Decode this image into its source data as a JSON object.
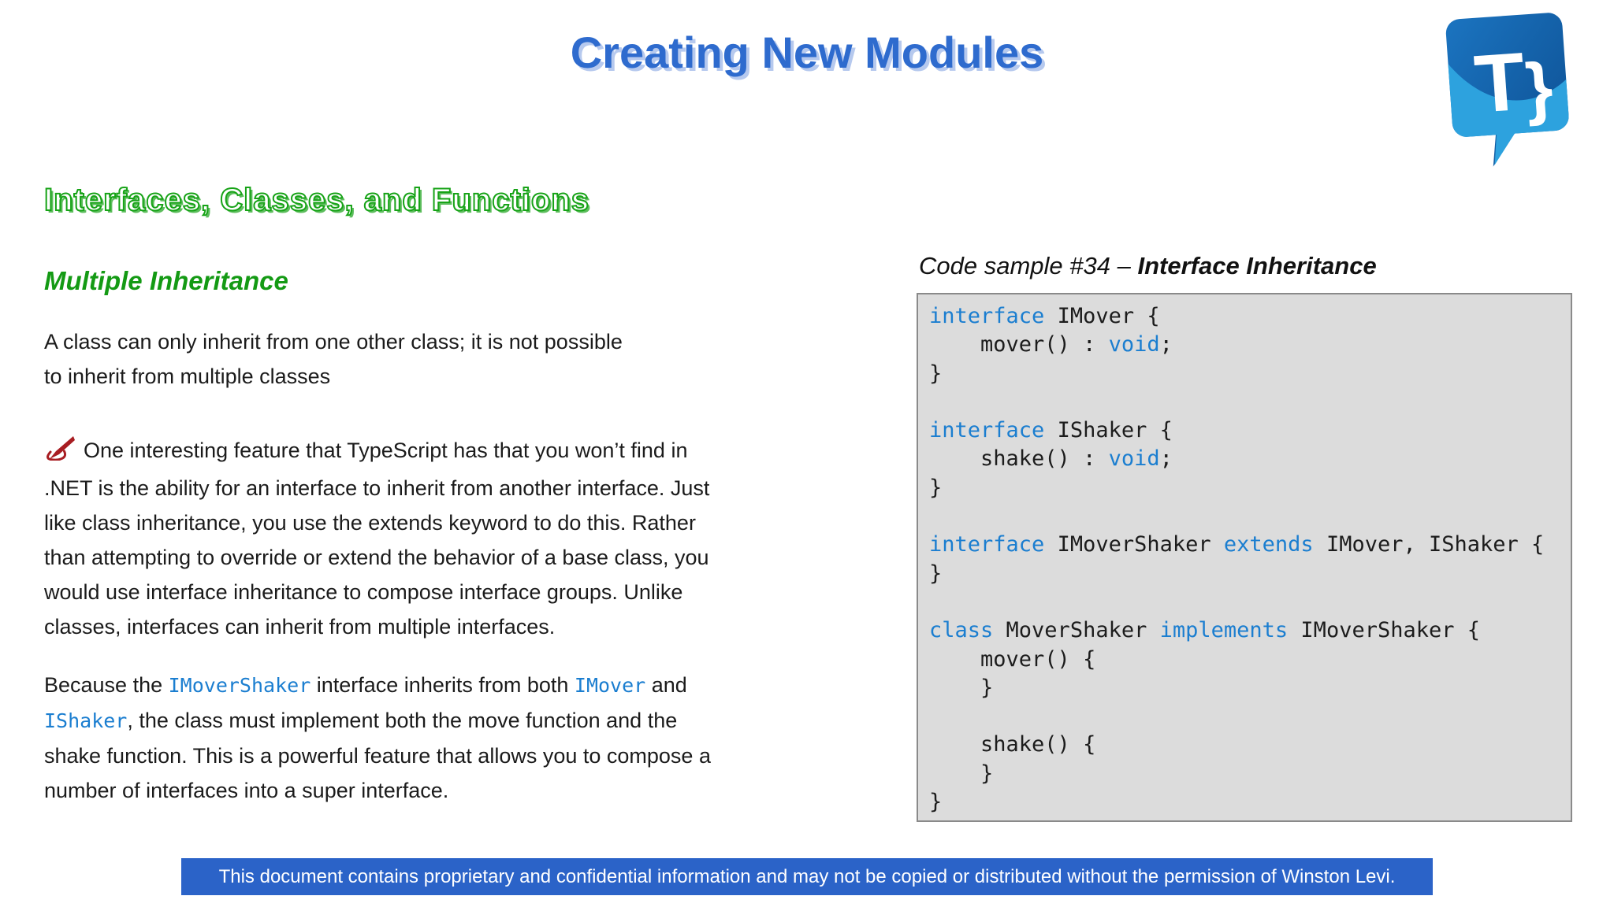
{
  "slide": {
    "title": "Creating New Modules",
    "logo": {
      "letter": "T",
      "brace": "}"
    },
    "section_heading": "Interfaces, Classes, and Functions",
    "subheading": "Multiple Inheritance",
    "para1": {
      "l1": "A class can only inherit from one other class; it is not possible",
      "l2": "to inherit from multiple classes"
    },
    "para2": {
      "icon": "writing-hand-icon",
      "l1": "One interesting feature that TypeScript has that you won’t find in",
      "l2": ".NET is the ability for an interface to inherit from another interface. Just",
      "l3": "like class inheritance, you use the extends keyword to do this. Rather",
      "l4": "than attempting to override or extend the behavior of a base class, you",
      "l5": "would use interface inheritance to compose interface groups. Unlike",
      "l6": "classes, interfaces can inherit from multiple interfaces."
    },
    "para3": {
      "l1a": "Because the ",
      "l1b": "IMoverShaker",
      "l1c": " interface inherits from both ",
      "l1d": "IMover",
      "l1e": " and",
      "l2a": "IShaker",
      "l2b": ", the class must implement both the move function and the",
      "l3": "shake function. This is a powerful feature that allows you to compose a",
      "l4": "number of interfaces into a super interface."
    },
    "code_panel": {
      "label_prefix": "Code sample #34 – ",
      "label_bold": "Interface Inheritance",
      "lines": [
        [
          {
            "t": "interface",
            "k": true
          },
          {
            "t": " IMover {",
            "k": false
          }
        ],
        [
          {
            "t": "    mover() : ",
            "k": false
          },
          {
            "t": "void",
            "k": true
          },
          {
            "t": ";",
            "k": false
          }
        ],
        [
          {
            "t": "}",
            "k": false
          }
        ],
        [],
        [
          {
            "t": "interface",
            "k": true
          },
          {
            "t": " IShaker {",
            "k": false
          }
        ],
        [
          {
            "t": "    shake() : ",
            "k": false
          },
          {
            "t": "void",
            "k": true
          },
          {
            "t": ";",
            "k": false
          }
        ],
        [
          {
            "t": "}",
            "k": false
          }
        ],
        [],
        [
          {
            "t": "interface",
            "k": true
          },
          {
            "t": " IMoverShaker ",
            "k": false
          },
          {
            "t": "extends",
            "k": true
          },
          {
            "t": " IMover, IShaker {",
            "k": false
          }
        ],
        [
          {
            "t": "}",
            "k": false
          }
        ],
        [],
        [
          {
            "t": "class",
            "k": true
          },
          {
            "t": " MoverShaker ",
            "k": false
          },
          {
            "t": "implements",
            "k": true
          },
          {
            "t": " IMoverShaker {",
            "k": false
          }
        ],
        [
          {
            "t": "    mover() {",
            "k": false
          }
        ],
        [
          {
            "t": "    }",
            "k": false
          }
        ],
        [],
        [
          {
            "t": "    shake() {",
            "k": false
          }
        ],
        [
          {
            "t": "    }",
            "k": false
          }
        ],
        [
          {
            "t": "}",
            "k": false
          }
        ]
      ]
    },
    "footer": "This document contains proprietary and confidential information and may not be copied or distributed without the permission of Winston Levi.",
    "colors": {
      "title_blue": "#2e6bce",
      "title_shadow": "#b6c9ee",
      "heading_green": "#17a317",
      "subheading_green": "#149a14",
      "keyword_blue": "#1b7ed0",
      "code_background": "#dcdcdc",
      "code_border": "#8a8a8a",
      "footer_blue": "#2b63c8",
      "pen_red": "#a81d22",
      "logo_dark_blue": "#0f64ab",
      "logo_light_blue": "#2da2de"
    }
  }
}
